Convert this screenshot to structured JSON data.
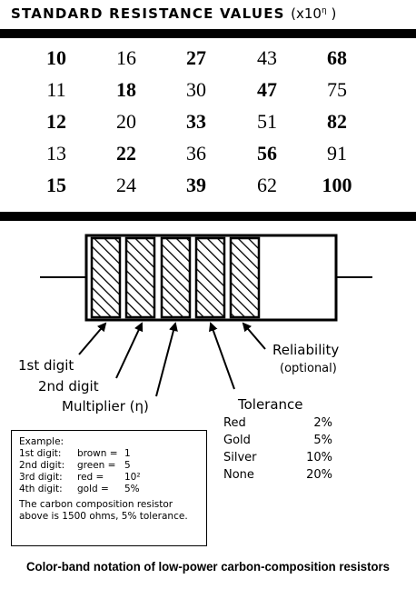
{
  "title": {
    "text": "STANDARD RESISTANCE VALUES",
    "unit": "(x10",
    "exp": "η",
    "close": ")"
  },
  "table": [
    [
      {
        "v": "10",
        "bold": true
      },
      {
        "v": "16",
        "bold": false
      },
      {
        "v": "27",
        "bold": true
      },
      {
        "v": "43",
        "bold": false
      },
      {
        "v": "68",
        "bold": true
      }
    ],
    [
      {
        "v": "11",
        "bold": false
      },
      {
        "v": "18",
        "bold": true
      },
      {
        "v": "30",
        "bold": false
      },
      {
        "v": "47",
        "bold": true
      },
      {
        "v": "75",
        "bold": false
      }
    ],
    [
      {
        "v": "12",
        "bold": true
      },
      {
        "v": "20",
        "bold": false
      },
      {
        "v": "33",
        "bold": true
      },
      {
        "v": "51",
        "bold": false
      },
      {
        "v": "82",
        "bold": true
      }
    ],
    [
      {
        "v": "13",
        "bold": false
      },
      {
        "v": "22",
        "bold": true
      },
      {
        "v": "36",
        "bold": false
      },
      {
        "v": "56",
        "bold": true
      },
      {
        "v": "91",
        "bold": false
      }
    ],
    [
      {
        "v": "15",
        "bold": true
      },
      {
        "v": "24",
        "bold": false
      },
      {
        "v": "39",
        "bold": true
      },
      {
        "v": "62",
        "bold": false
      },
      {
        "v": "100",
        "bold": true
      }
    ]
  ],
  "labels": {
    "first_digit": "1st digit",
    "second_digit": "2nd digit",
    "multiplier": "Multiplier (η)",
    "reliability": "Reliability",
    "reliability_note": "(optional)",
    "tolerance": "Tolerance"
  },
  "tolerance": [
    {
      "name": "Red",
      "value": "2%"
    },
    {
      "name": "Gold",
      "value": "5%"
    },
    {
      "name": "Silver",
      "value": "10%"
    },
    {
      "name": "None",
      "value": "20%"
    }
  ],
  "example": {
    "heading": "Example:",
    "lines": [
      {
        "pos": "1st  digit:",
        "color": "brown =",
        "value": "1"
      },
      {
        "pos": "2nd  digit:",
        "color": "green =",
        "value": "5"
      },
      {
        "pos": "3rd  digit:",
        "color": "red      =",
        "value": "10²"
      },
      {
        "pos": "4th  digit:",
        "color": "gold  =",
        "value": "5%"
      }
    ],
    "note_1": "The carbon composition resistor",
    "note_2": "above is 1500 ohms, 5% tolerance."
  },
  "caption": "Color-band notation of low-power carbon-composition resistors"
}
